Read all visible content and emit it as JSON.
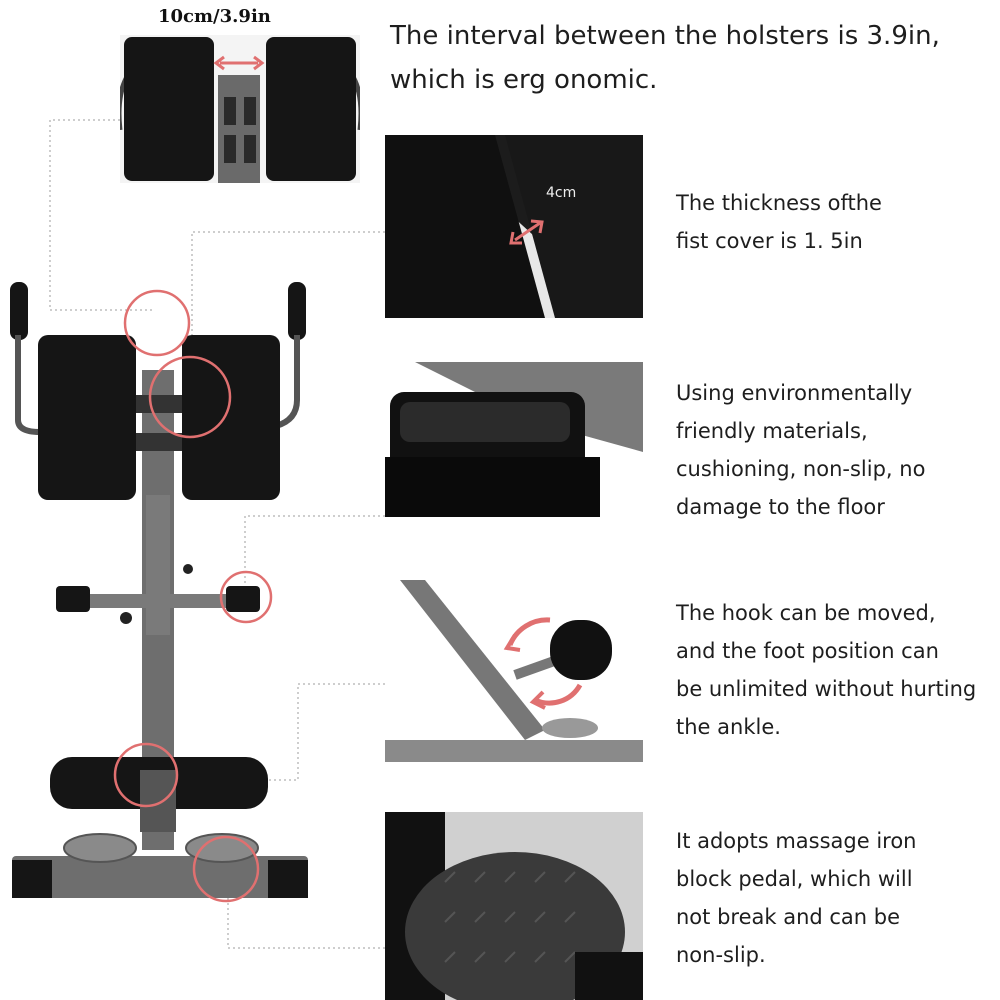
{
  "top_measure": "10cm/3.9in",
  "thickness_measure": "4cm",
  "features": [
    {
      "name": "holster-interval",
      "lines": [
        "The interval between the holsters is 3.9in,",
        "which is erg onomic."
      ]
    },
    {
      "name": "fist-cover-thickness",
      "lines": [
        "The thickness ofthe",
        "fist cover is 1. 5in"
      ]
    },
    {
      "name": "floor-protection",
      "lines": [
        "Using environmentally",
        "friendly materials,",
        "cushioning, non-slip, no",
        "damage to the floor"
      ]
    },
    {
      "name": "movable-hook",
      "lines": [
        "The hook can be moved,",
        "and the foot position can",
        "be unlimited without hurting",
        "the ankle."
      ]
    },
    {
      "name": "iron-pedal",
      "lines": [
        "It adopts massage iron",
        "block pedal, which will",
        "not break and can be",
        "non-slip."
      ]
    }
  ],
  "colors": {
    "accent_red": "#e07070",
    "pad_black": "#151515",
    "frame_gray": "#6e6e6e",
    "leader_gray": "#bdbdbd"
  }
}
